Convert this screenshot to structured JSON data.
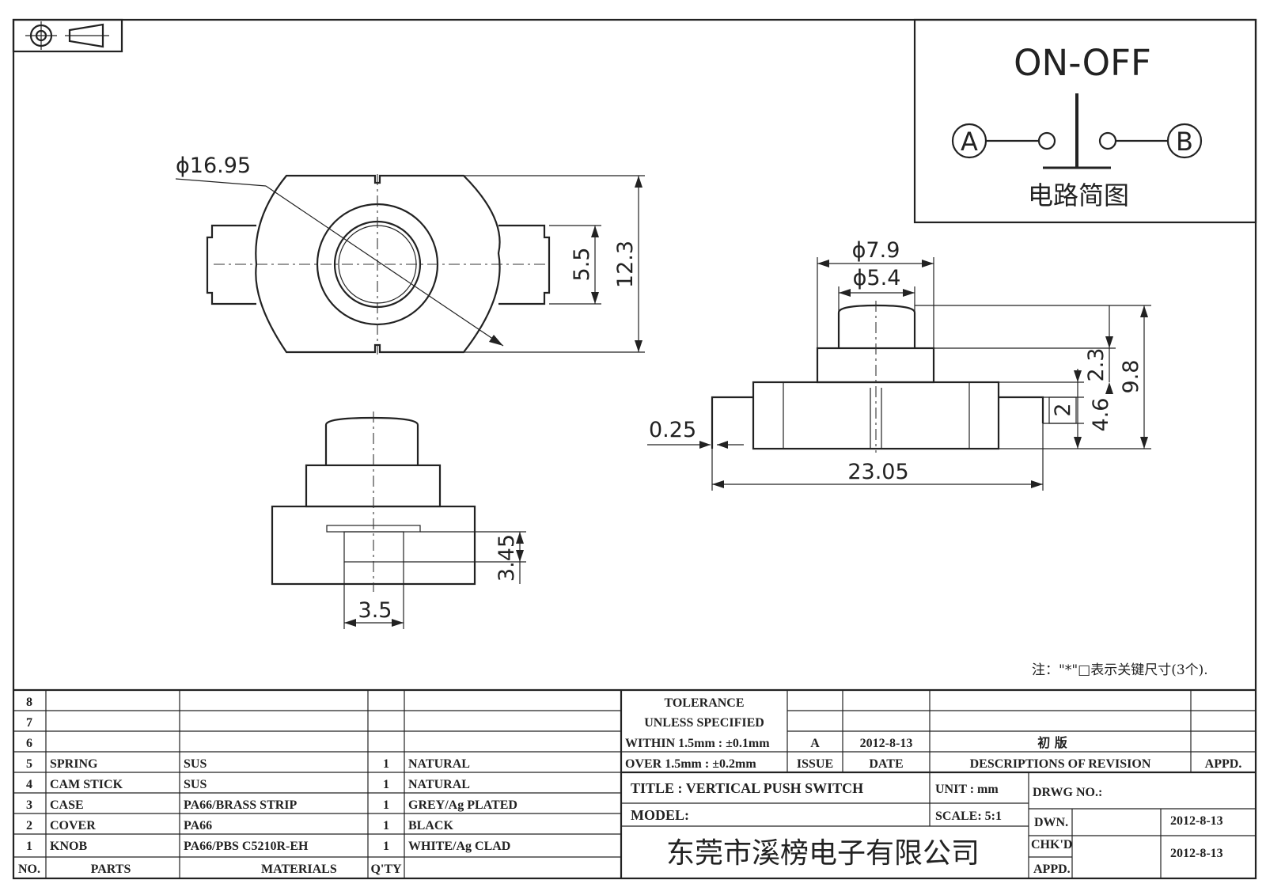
{
  "schematic": {
    "title": "ON-OFF",
    "terminal_a": "A",
    "terminal_b": "B",
    "caption": "电路简图"
  },
  "dimensions": {
    "outer_dia": "ϕ16.95",
    "tab_width": "5.5",
    "body_height": "12.3",
    "top_dia_outer": "ϕ7.9",
    "top_dia_inner": "ϕ5.4",
    "knob_height": "2.3",
    "total_height": "9.8",
    "terminal_height": "2",
    "body_side_height": "4.6",
    "terminal_thickness": "0.25",
    "overall_length": "23.05",
    "bottom_height": "3.45",
    "bottom_width": "3.5"
  },
  "note": "注：\"*\"□表示关键尺寸(3个).",
  "parts_table": {
    "rows": [
      {
        "no": "8",
        "part": "",
        "material": "",
        "qty": "",
        "finish": ""
      },
      {
        "no": "7",
        "part": "",
        "material": "",
        "qty": "",
        "finish": ""
      },
      {
        "no": "6",
        "part": "",
        "material": "",
        "qty": "",
        "finish": ""
      },
      {
        "no": "5",
        "part": "SPRING",
        "material": "SUS",
        "qty": "1",
        "finish": "NATURAL"
      },
      {
        "no": "4",
        "part": "CAM STICK",
        "material": "SUS",
        "qty": "1",
        "finish": "NATURAL"
      },
      {
        "no": "3",
        "part": "CASE",
        "material": "PA66/BRASS STRIP",
        "qty": "1",
        "finish": "GREY/Ag PLATED"
      },
      {
        "no": "2",
        "part": "COVER",
        "material": "PA66",
        "qty": "1",
        "finish": "BLACK"
      },
      {
        "no": "1",
        "part": "KNOB",
        "material": "PA66/PBS C5210R-EH",
        "qty": "1",
        "finish": "WHITE/Ag CLAD"
      }
    ],
    "header": {
      "no": "NO.",
      "parts": "PARTS",
      "materials": "MATERIALS",
      "qty": "Q'TY"
    }
  },
  "tolerance": {
    "line1": "TOLERANCE",
    "line2": "UNLESS   SPECIFIED",
    "line3": "WITHIN 1.5mm : ±0.1mm",
    "line4": "OVER 1.5mm : ±0.2mm"
  },
  "revision": {
    "issue": "A",
    "date": "2012-8-13",
    "description": "初   版",
    "issue_label": "ISSUE",
    "date_label": "DATE",
    "desc_label": "DESCRIPTIONS  OF  REVISION",
    "appd_label": "APPD."
  },
  "title_block": {
    "title": "TITLE :   VERTICAL  PUSH  SWITCH",
    "unit": "UNIT :   mm",
    "drwg_no": "DRWG  NO.:",
    "model": "MODEL:",
    "scale": "SCALE:   5:1",
    "dwn": "DWN.",
    "dwn_date": "2012-8-13",
    "chkd": "CHK'D",
    "chkd_date": "2012-8-13",
    "appd": "APPD.",
    "company": "东莞市溪榜电子有限公司"
  }
}
